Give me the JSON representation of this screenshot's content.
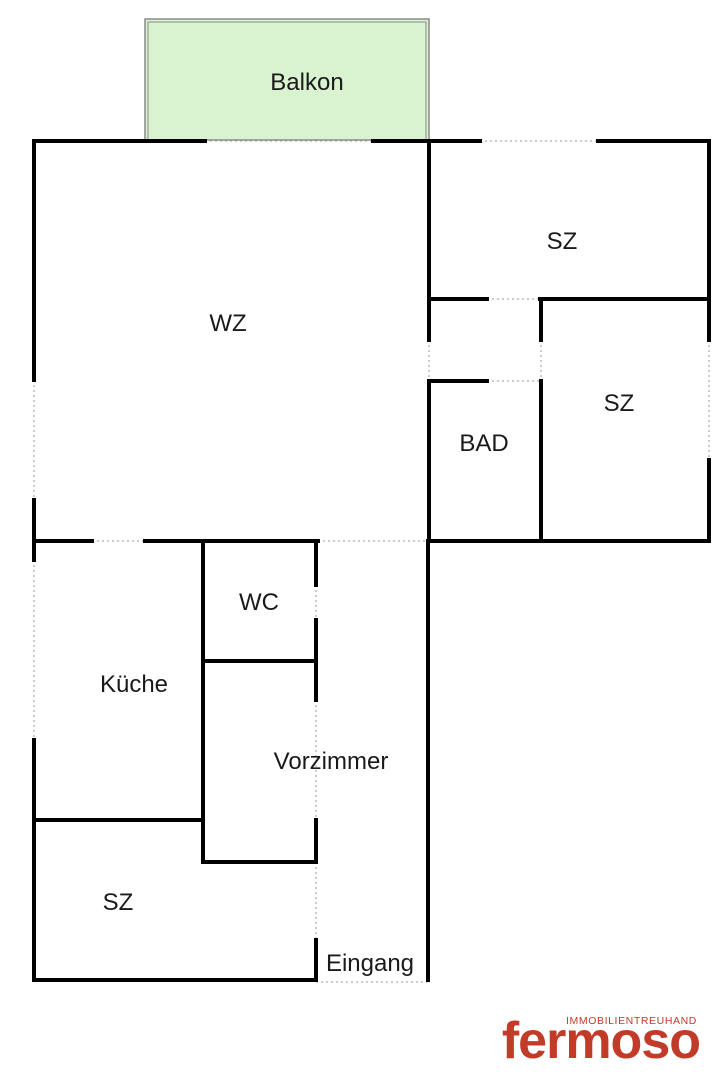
{
  "rooms": {
    "balkon": "Balkon",
    "wz": "WZ",
    "sz_top": "SZ",
    "sz_right": "SZ",
    "bad": "BAD",
    "wc": "WC",
    "kueche": "Küche",
    "vorzimmer": "Vorzimmer",
    "sz_bottom": "SZ",
    "eingang": "Eingang"
  },
  "logo": {
    "tagline": "IMMOBILIENTREUHAND",
    "brand": "fermoso"
  },
  "colors": {
    "balcony_fill": "#d9f2cf",
    "brand": "#c23b28"
  }
}
